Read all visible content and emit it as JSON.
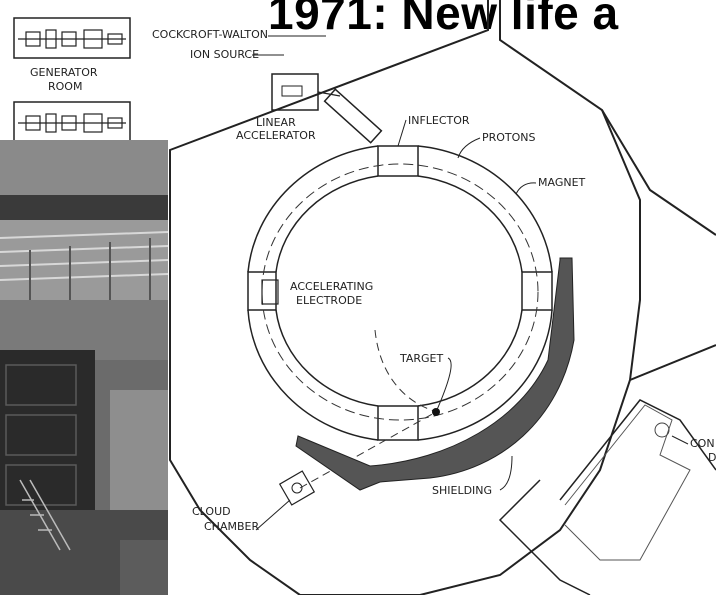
{
  "slide": {
    "title": "1971: New life a"
  },
  "labels": {
    "generator_room": [
      "GENERATOR",
      "ROOM"
    ],
    "cockcroft_walton": "COCKCROFT-WALTON",
    "ion_source": "ION SOURCE",
    "linear_accelerator": [
      "LINEAR",
      "ACCELERATOR"
    ],
    "inflector": "INFLECTOR",
    "protons": "PROTONS",
    "magnet": "MAGNET",
    "accelerating_electrode": [
      "ACCELERATING",
      "ELECTRODE"
    ],
    "target": "TARGET",
    "cloud_chamber": [
      "CLOUD",
      "CHAMBER"
    ],
    "shielding": "SHIELDING",
    "cut_off_right": [
      "CON",
      "D"
    ]
  },
  "colors": {
    "ink": "#222222",
    "photo_dark": "#2a2a2a"
  }
}
